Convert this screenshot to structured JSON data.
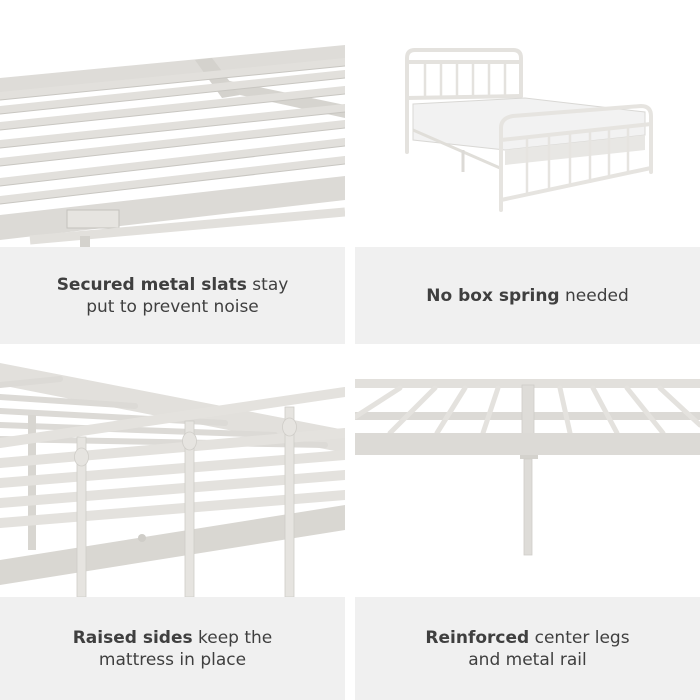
{
  "panels": [
    {
      "id": "secured-slats",
      "image_subject": "Close-up of metal slats mounted on bed frame rail",
      "caption_bold": "Secured metal slats",
      "caption_rest_line1": " stay",
      "caption_line2": "put to prevent noise"
    },
    {
      "id": "no-box-spring",
      "image_subject": "White metal bed frame with mattress",
      "caption_bold": "No box spring",
      "caption_rest_line1": " needed",
      "caption_line2": ""
    },
    {
      "id": "raised-sides",
      "image_subject": "Close-up of footboard spindles and side rail",
      "caption_bold": "Raised sides",
      "caption_rest_line1": " keep the",
      "caption_line2": "mattress in place"
    },
    {
      "id": "center-legs",
      "image_subject": "Center support leg under slat frame",
      "caption_bold": "Reinforced",
      "caption_rest_line1": " center legs",
      "caption_line2": "and metal rail"
    }
  ],
  "colors": {
    "caption_bg": "#f0f0f0",
    "caption_text": "#3f3f3f",
    "metal": "#e6e4e0",
    "metal_shade": "#c9c7c2"
  }
}
